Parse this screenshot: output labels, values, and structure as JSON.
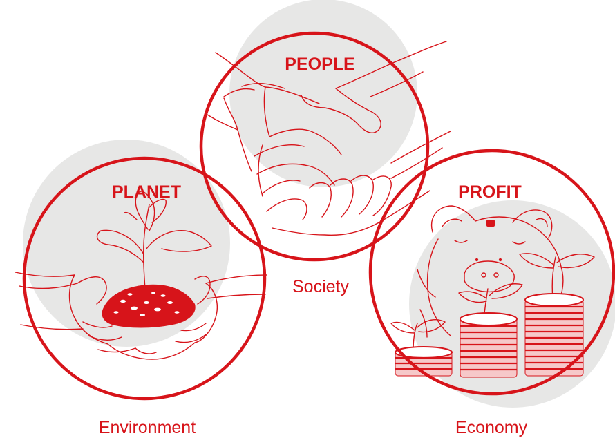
{
  "colors": {
    "accent": "#d7141a",
    "shadow": "#e7e7e6",
    "background": "#ffffff"
  },
  "pillars": [
    {
      "id": "people",
      "title": "PEOPLE",
      "caption": "Society",
      "illustration": "handshake-icon"
    },
    {
      "id": "planet",
      "title": "PLANET",
      "caption": "Environment",
      "illustration": "seedling-in-hands-icon"
    },
    {
      "id": "profit",
      "title": "PROFIT",
      "caption": "Economy",
      "illustration": "piggy-bank-coins-icon"
    }
  ]
}
